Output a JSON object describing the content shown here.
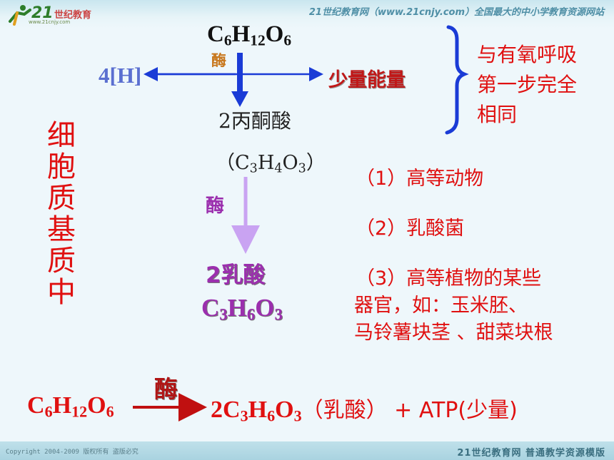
{
  "header": {
    "logo_number": "21",
    "logo_text": "世纪教育",
    "logo_url": "www.21cnjy.com",
    "slogan": "21世纪教育网（www.21cnjy.com）全国最大的中小学教育资源网站"
  },
  "diagram": {
    "glucose_top": {
      "c": "C",
      "c_n": "6",
      "h": "H",
      "h_n": "12",
      "o": "O",
      "o_n": "6"
    },
    "enzyme_top": "酶",
    "hydrogen": "4[H]",
    "small_energy": "少量能量",
    "pyruvate_line1": "2丙酮酸",
    "pyruvate_formula": {
      "open": "（",
      "c": "C",
      "c_n": "3",
      "h": "H",
      "h_n": "4",
      "o": "O",
      "o_n": "3",
      "close": "）"
    },
    "brace_note": [
      "与有氧呼吸",
      "第一步完全",
      "相同"
    ],
    "location_label": [
      "细",
      "胞",
      "质",
      "基",
      "质",
      "中"
    ],
    "enzyme_mid": "酶",
    "lactate_line1": "2乳酸",
    "lactate_formula": {
      "c": "C",
      "c_n": "3",
      "h": "H",
      "h_n": "6",
      "o": "O",
      "o_n": "3"
    },
    "examples": [
      "（1）高等动物",
      "（2）乳酸菌",
      "（3）高等植物的某些",
      "器官，如：玉米胚、",
      "马铃薯块茎 、甜菜块根"
    ],
    "equation": {
      "enzyme": "酶",
      "left": {
        "c": "C",
        "c_n": "6",
        "h": "H",
        "h_n": "12",
        "o": "O",
        "o_n": "6"
      },
      "right_coef": "2",
      "right": {
        "c": "C",
        "c_n": "3",
        "h": "H",
        "h_n": "6",
        "o": "O",
        "o_n": "3"
      },
      "right_suffix": "（乳酸）  +  ATP(少量)"
    }
  },
  "footer": {
    "copyright": "Copyright 2004-2009 版权所有 盗版必究",
    "right_text": "21世纪教育网   普通教学资源模版"
  },
  "colors": {
    "red": "#e01010",
    "blue_arrow": "#1a3bd6",
    "purple": "#9b2fae",
    "lavender_arrow": "#c9a3f2",
    "orange_enzyme": "#c8781e"
  }
}
